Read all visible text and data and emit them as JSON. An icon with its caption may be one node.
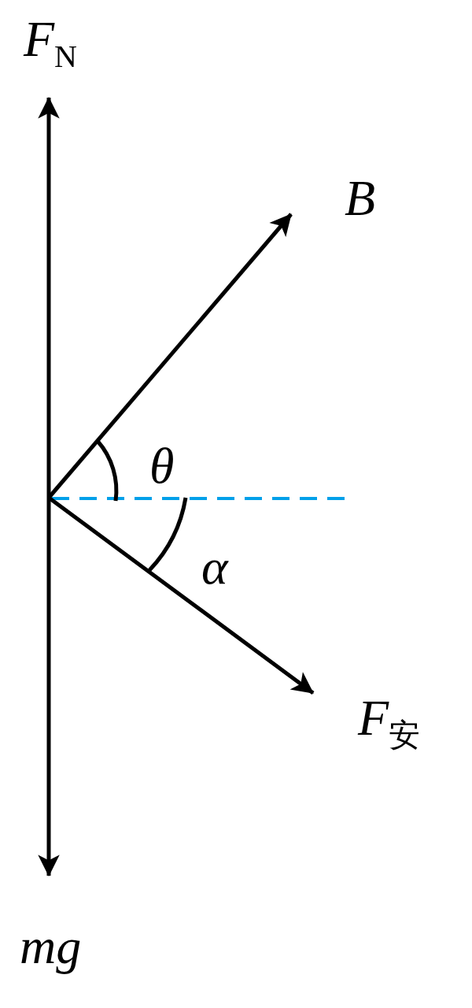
{
  "diagram": {
    "labels": [
      "*F*$_{N}$",
      "B",
      "θ",
      "α",
      "*F*$_{安}$",
      "mg"
    ]
  }
}
